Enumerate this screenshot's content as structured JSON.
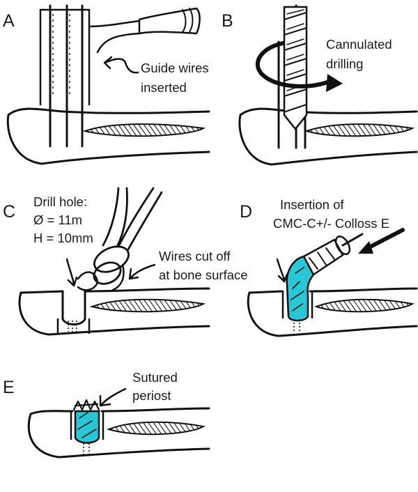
{
  "figure": {
    "panels": [
      {
        "id": "A",
        "letter": "A",
        "labels": [
          "Guide wires",
          "inserted"
        ]
      },
      {
        "id": "B",
        "letter": "B",
        "labels": [
          "Cannulated",
          "drilling"
        ]
      },
      {
        "id": "C",
        "letter": "C",
        "labels": [
          "Drill hole:",
          "Ø = 11m",
          "H = 10mm",
          "Wires cut off",
          "at bone surface"
        ]
      },
      {
        "id": "D",
        "letter": "D",
        "labels": [
          "Insertion of",
          "CMC-C+/- Colloss E"
        ]
      },
      {
        "id": "E",
        "letter": "E",
        "labels": [
          "Sutured",
          "periost"
        ]
      }
    ],
    "colors": {
      "ink": "#111111",
      "implant": "#29c6d6",
      "background": "#ffffff"
    }
  }
}
